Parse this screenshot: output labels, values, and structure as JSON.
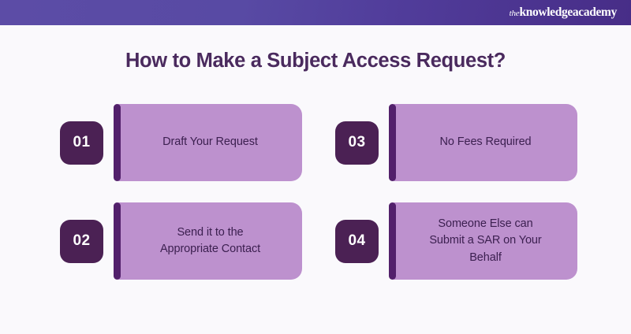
{
  "header": {
    "logo_the": "the",
    "logo_name": "knowledgeacademy",
    "logo_full": "theknowledgeacademy",
    "gradient_from": "#5c4ca6",
    "gradient_to": "#472d87"
  },
  "title": "How to Make a Subject Access Request?",
  "colors": {
    "background": "#faf9fc",
    "title_text": "#4a2a5e",
    "badge_bg": "#4b2154",
    "badge_text": "#ffffff",
    "bar": "#52206b",
    "card_bg": "#bd91ce",
    "card_text": "#3c2050"
  },
  "steps": [
    {
      "number": "01",
      "text": "Draft Your Request"
    },
    {
      "number": "02",
      "text": "Send it to the\nAppropriate Contact"
    },
    {
      "number": "03",
      "text": "No Fees Required"
    },
    {
      "number": "04",
      "text": "Someone Else can\nSubmit a SAR on Your\nBehalf"
    }
  ]
}
